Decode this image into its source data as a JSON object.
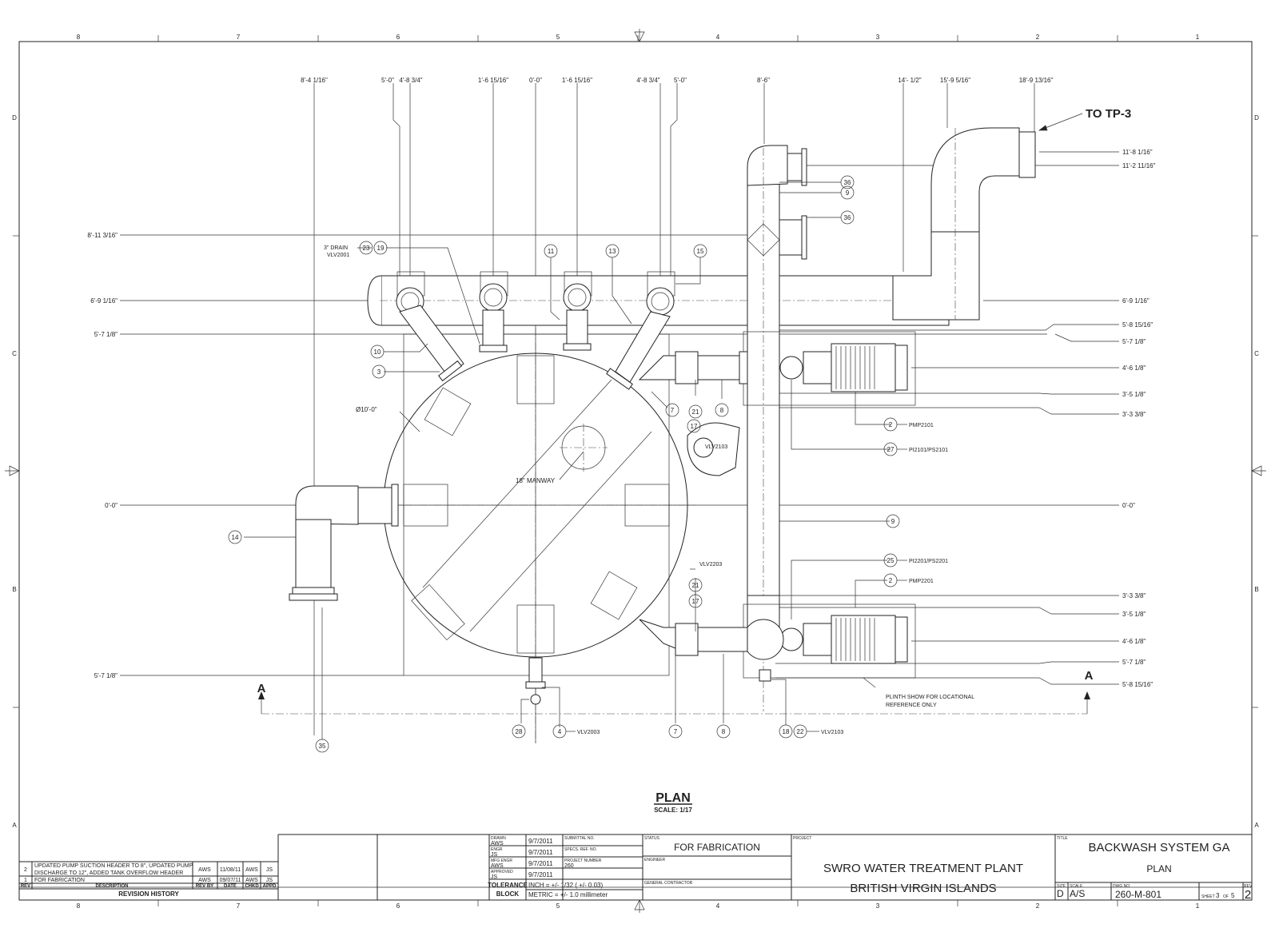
{
  "border": {
    "cols_top": [
      "8",
      "7",
      "6",
      "5",
      "4",
      "3",
      "2",
      "1"
    ],
    "rows_side": [
      "D",
      "C",
      "B",
      "A"
    ]
  },
  "drawing": {
    "title": "PLAN",
    "scale": "SCALE: 1/17",
    "to_label": "TO TP-3",
    "section_label": "A",
    "top_dims": [
      "8'-4 1/16\"",
      "5'-0\"",
      "4'-8 3/4\"",
      "1'-6 15/16\"",
      "0'-0\"",
      "1'-6 15/16\"",
      "4'-8 3/4\"",
      "5'-0\"",
      "8'-6\"",
      "14'- 1/2\"",
      "15'-9 5/16\"",
      "18'-9 13/16\""
    ],
    "left_dims": [
      "8'-11 3/16\"",
      "6'-9 1/16\"",
      "5'-7 1/8\"",
      "0'-0\"",
      "5'-7 1/8\""
    ],
    "right_dims": [
      "11'-8 1/16\"",
      "11'-2 11/16\"",
      "6'-9 1/16\"",
      "5'-8 15/16\"",
      "5'-7 1/8\"",
      "4'-6 1/8\"",
      "3'-5 1/8\"",
      "3'-3 3/8\"",
      "0'-0\"",
      "3'-3 3/8\"",
      "3'-5 1/8\"",
      "4'-6 1/8\"",
      "5'-7 1/8\"",
      "5'-8 15/16\""
    ],
    "diameter": "Ø10'-0\"",
    "manway": "18\" MANWAY",
    "drain_note": [
      "3\" DRAIN",
      "VLV2001"
    ],
    "plinth_note": [
      "PLINTH SHOW FOR LOCATIONAL",
      "REFERENCE ONLY"
    ],
    "tags": {
      "pmp2101": "PMP2101",
      "pi2101": "PI2101/PS2101",
      "pi2201": "PI2201/PS2201",
      "pmp2201": "PMP2201",
      "vlv2103a": "VLV2103",
      "vlv2203": "VLV2203",
      "vlv2003": "VLV2003",
      "vlv2103b": "VLV2103"
    },
    "balloons": [
      "23",
      "19",
      "11",
      "13",
      "15",
      "36",
      "9",
      "36",
      "10",
      "3",
      "7",
      "21",
      "8",
      "17",
      "2",
      "27",
      "14",
      "9",
      "25",
      "2",
      "21",
      "17",
      "28",
      "4",
      "7",
      "8",
      "18",
      "22",
      "35"
    ]
  },
  "revisions": {
    "rows": [
      {
        "rev": "2",
        "desc1": "UPDATED PUMP SUCTION HEADER TO 8\", UPDATED PUMP",
        "desc2": "DISCHARGE TO 12\", ADDED TANK OVERFLOW HEADER",
        "by": "AWS",
        "date": "11/08/11",
        "chkd": "AWS",
        "appd": "JS"
      },
      {
        "rev": "1",
        "desc1": "FOR FABRICATION",
        "desc2": "",
        "by": "AWS",
        "date": "09/07/11",
        "chkd": "AWS",
        "appd": "JS"
      }
    ],
    "headers": {
      "rev": "REV",
      "desc": "DESCRIPTION",
      "by": "REV BY",
      "date": "DATE",
      "chkd": "CHKD",
      "appd": "APPD"
    },
    "caption": "REVISION HISTORY"
  },
  "signoff": {
    "drawn_label": "DRAWN",
    "drawn_by": "AWS",
    "drawn_date": "9/7/2011",
    "engr_label": "ENGR",
    "engr_by": "JS",
    "engr_date": "9/7/2011",
    "mfg_label": "MFG ENGR",
    "mfg_by": "AWS",
    "mfg_date": "9/7/2011",
    "appr_label": "APPROVED",
    "appr_by": "JS",
    "appr_date": "9/7/2011",
    "submittal_label": "SUBMITTAL NO.",
    "specs_label": "SPECS. REF. NO.",
    "project_no_label": "PROJECT NUMBER",
    "project_no": "260",
    "tolerance_label1": "TOLERANCE",
    "tolerance_label2": "BLOCK",
    "tol_inch": "INCH = +/- 1/32 ( +/- 0.03)",
    "tol_metric": "METRIC = +/- 1.0 millimeter"
  },
  "status": {
    "label": "STATUS",
    "value": "FOR FABRICATION",
    "engineer_label": "ENGINEER",
    "gc_label": "GENERAL CONTRACTOR"
  },
  "project": {
    "label": "PROJECT",
    "line1": "SWRO WATER TREATMENT PLANT",
    "line2": "BRITISH VIRGIN ISLANDS"
  },
  "title_block": {
    "label": "TITLE",
    "title1": "BACKWASH SYSTEM GA",
    "title2": "PLAN",
    "size_label": "SIZE",
    "size": "D",
    "scale_label": "SCALE",
    "scale": "A/S",
    "dwg_label": "DWG NO",
    "dwg_no": "260-M-801",
    "sheet_label": "SHEET",
    "sheet": "3",
    "of_label": "OF",
    "sheets": "5",
    "rev_label": "REV",
    "rev": "2"
  }
}
